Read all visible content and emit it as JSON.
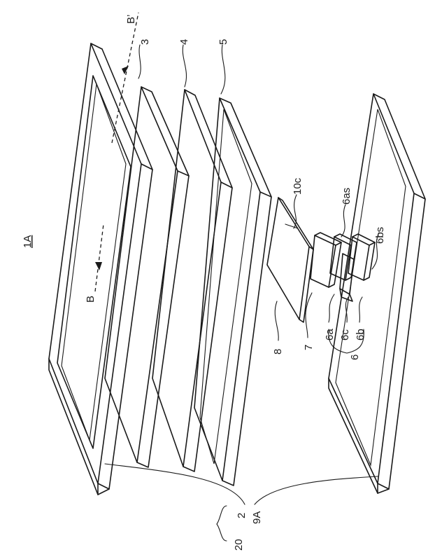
{
  "figure": {
    "title": "1A",
    "labels": {
      "l_2": "2",
      "l_3": "3",
      "l_4": "4",
      "l_5": "5",
      "l_6": "6",
      "l_6a": "6a",
      "l_6as": "6as",
      "l_6b": "6b",
      "l_6bs": "6bs",
      "l_6c": "6c",
      "l_7": "7",
      "l_8": "8",
      "l_9A": "9A",
      "l_10c": "10c",
      "l_20": "20",
      "l_B": "B",
      "l_Bp": "B’"
    }
  }
}
